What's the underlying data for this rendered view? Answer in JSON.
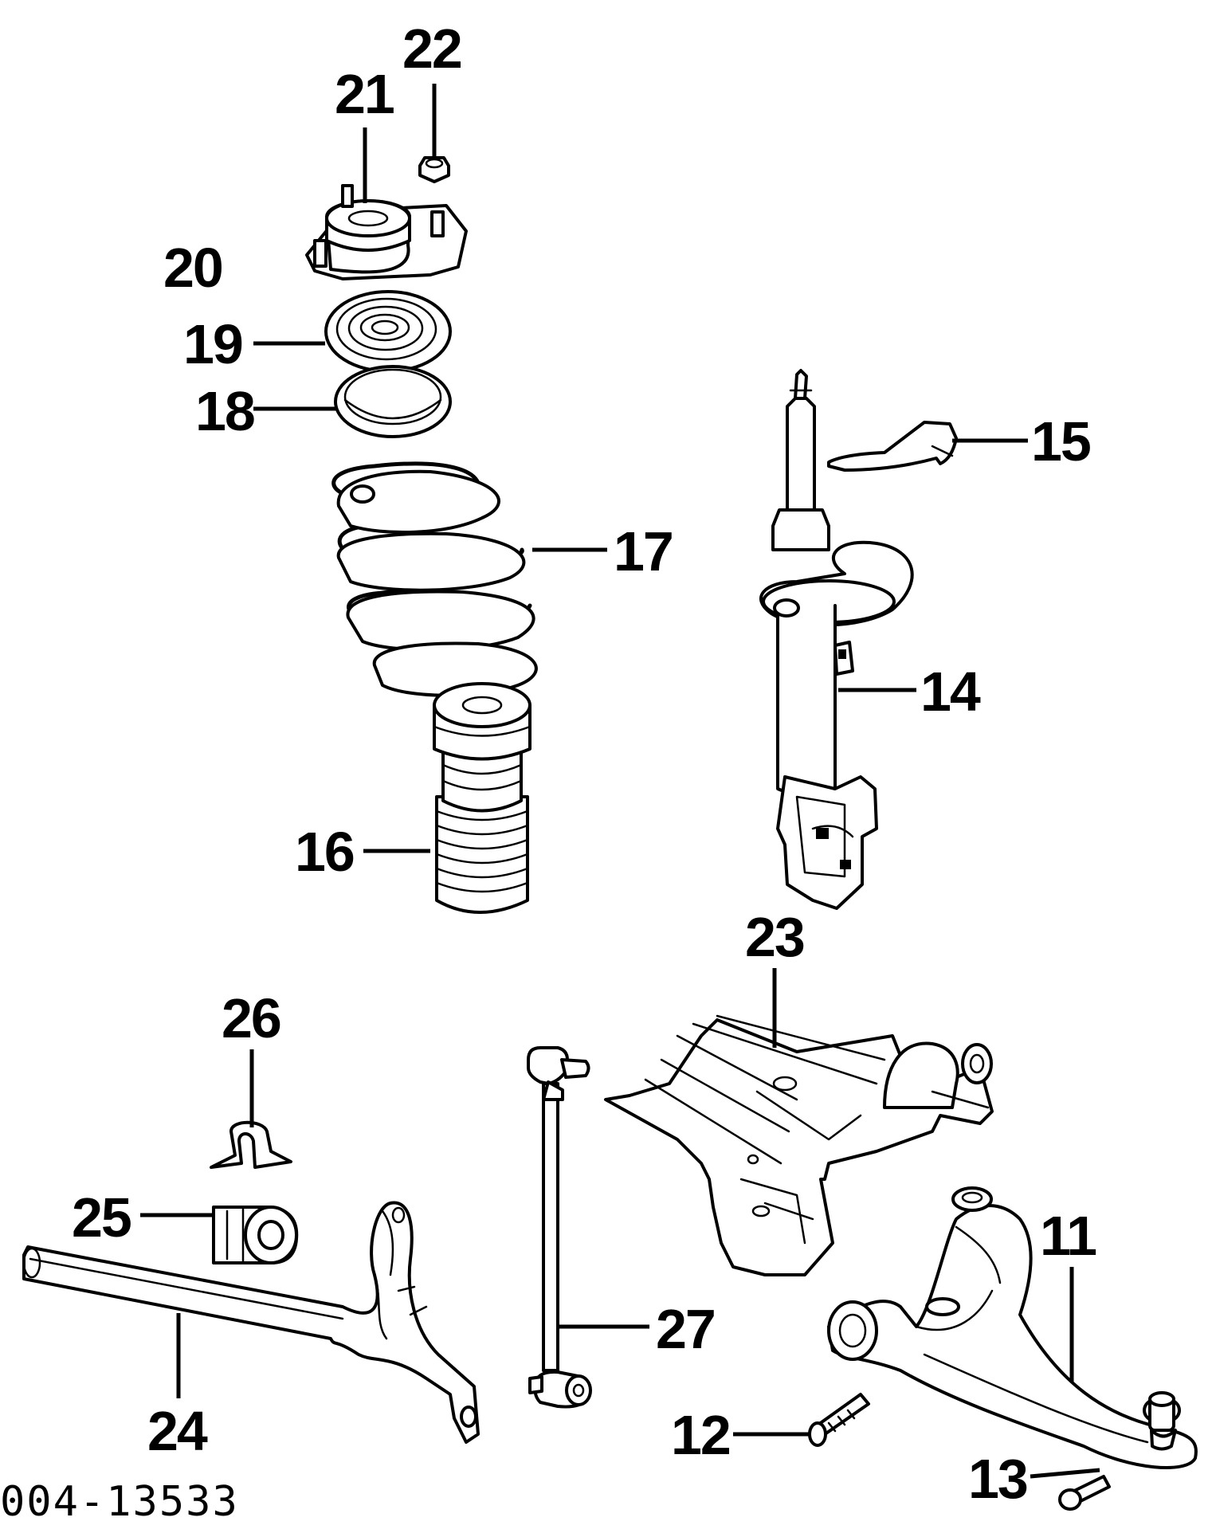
{
  "diagram": {
    "reference_code": "004-13533",
    "callouts": {
      "c11": "11",
      "c12": "12",
      "c13": "13",
      "c14": "14",
      "c15": "15",
      "c16": "16",
      "c17": "17",
      "c18": "18",
      "c19": "19",
      "c20": "20",
      "c21": "21",
      "c22": "22",
      "c23": "23",
      "c24": "24",
      "c25": "25",
      "c26": "26",
      "c27": "27"
    }
  }
}
